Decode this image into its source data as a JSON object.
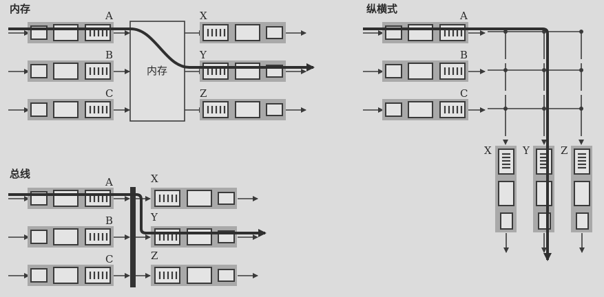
{
  "figure": {
    "panels": [
      {
        "id": "memory",
        "title": "内存",
        "center_label": "内存",
        "inputs": [
          "A",
          "B",
          "C"
        ],
        "outputs": [
          "X",
          "Y",
          "Z"
        ],
        "highlighted_path": "A → Y"
      },
      {
        "id": "bus",
        "title": "总线",
        "inputs": [
          "A",
          "B",
          "C"
        ],
        "outputs": [
          "X",
          "Y",
          "Z"
        ],
        "highlighted_path": "A → Y"
      },
      {
        "id": "crossbar",
        "title": "纵横式",
        "inputs": [
          "A",
          "B",
          "C"
        ],
        "outputs": [
          "X",
          "Y",
          "Z"
        ],
        "highlighted_path": "A → Y"
      }
    ]
  },
  "colors": {
    "background": "#dcdcdc",
    "port_band": "#a9a9a9",
    "box_fill": "#e4e4e4",
    "line": "#3a3a3a",
    "highlight_path": "#2f2f2f"
  }
}
